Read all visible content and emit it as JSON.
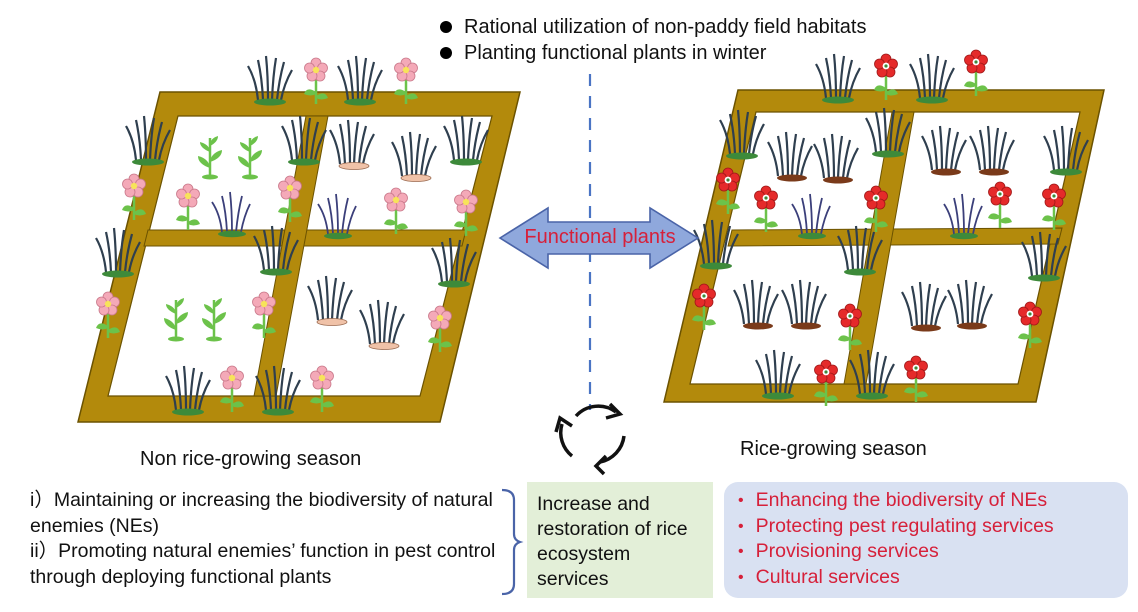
{
  "header_bullets": [
    "Rational utilization of non-paddy field habitats",
    "Planting functional plants in winter"
  ],
  "center_arrow_label": "Functional plants",
  "left_panel_label": "Non rice-growing season",
  "right_panel_label": "Rice-growing season",
  "objectives": [
    {
      "marker": "i）",
      "text": "Maintaining or increasing the biodiversity of natural enemies (NEs)"
    },
    {
      "marker": "ii）",
      "text": "Promoting natural enemies’ function in pest control through deploying functional plants"
    }
  ],
  "center_box_text": "Increase and restoration of rice ecosystem services",
  "services": [
    "Enhancing the biodiversity of NEs",
    "Protecting pest regulating services",
    "Provisioning services",
    "Cultural services"
  ],
  "colors": {
    "frame": "#b38a0c",
    "frame_stroke": "#6b5200",
    "arrow_fill": "#8fa8dc",
    "arrow_stroke": "#4a64a8",
    "label_red": "#d6203a",
    "pink_flower": "#f4a9b8",
    "red_flower": "#e52a2a",
    "grass": "#2f3f4f",
    "seedling": "#6cc24a",
    "soil_left": "#f0c2a8",
    "soil_right": "#7a3a1a",
    "green_box": "#e3efd8",
    "blue_box": "#d9e1f2"
  },
  "icons": [
    "cycle-arrows-icon",
    "double-arrow-icon",
    "dashed-divider",
    "brace-icon"
  ]
}
